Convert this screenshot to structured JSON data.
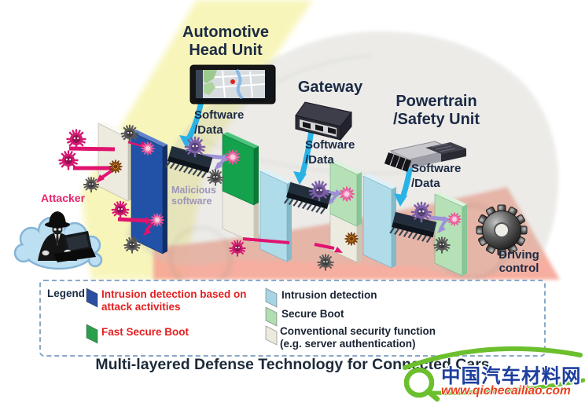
{
  "nodes": {
    "head_unit": {
      "label": "Automotive\nHead Unit"
    },
    "gateway": {
      "label": "Gateway"
    },
    "powertrain": {
      "label": "Powertrain\n/Safety Unit"
    },
    "software_data": "Software\n/Data",
    "attacker": {
      "label": "Attacker"
    },
    "malicious_software": {
      "label": "Malicious\nsoftware"
    },
    "driving_control": {
      "label": "Driving\ncontrol"
    }
  },
  "legend": {
    "title": "Legend",
    "items": [
      {
        "label": "Intrusion detection based on\nattack activities",
        "swatch": "#2a4fa0",
        "text_color": "#e32020"
      },
      {
        "label": "Fast Secure Boot",
        "swatch": "#2ba04a",
        "text_color": "#e32020"
      },
      {
        "label": "Intrusion detection",
        "swatch": "#a8d4e4",
        "text_color": "#1a2433"
      },
      {
        "label": "Secure Boot",
        "swatch": "#b2dcb2",
        "text_color": "#1a2433"
      },
      {
        "label": "Conventional security function\n(e.g. server authentication)",
        "swatch": "#eceade",
        "text_color": "#1a2433"
      }
    ]
  },
  "caption": "Multi-layered Defense Technology for Connected Cars",
  "watermark": {
    "site_name": "中国汽车材料网",
    "site_url": "www.qichecailiao.com"
  },
  "icons": {
    "attacker": "hacker-in-cloud-icon",
    "malware": "spiky-virus-icon",
    "blocked": "starburst-impact-icon",
    "driving_control": "gear-icon",
    "head_unit": "car-navigation-display",
    "gateway": "network-box",
    "powertrain": "ecu-module"
  },
  "colors": {
    "navy_text": "#1b2a44",
    "attacker_pink": "#e8256e",
    "malicious_lavender": "#9c95b8",
    "beam_yellow": "#f5f2a0",
    "beam_salmon": "#f5a695",
    "panel_blue": "#2152a8",
    "panel_green": "#14a24c",
    "panel_cyan": "#b0dbe9",
    "panel_lgreen": "#b6e0b6",
    "arrow_cyan": "#29b2e6",
    "arrow_magenta": "#e0136e",
    "arrow_lavender": "#9e91d6",
    "virus_dark": "#5a5a5a",
    "virus_magenta": "#d41a72",
    "virus_purple": "#7b5ea8",
    "cloud_fill": "#bcdff2",
    "cloud_stroke": "#85b4d6",
    "legend_border": "#8aa8c8",
    "watermark_green": "#6cbf2d",
    "watermark_blue": "#1e3f9e",
    "watermark_red": "#e8401c"
  }
}
